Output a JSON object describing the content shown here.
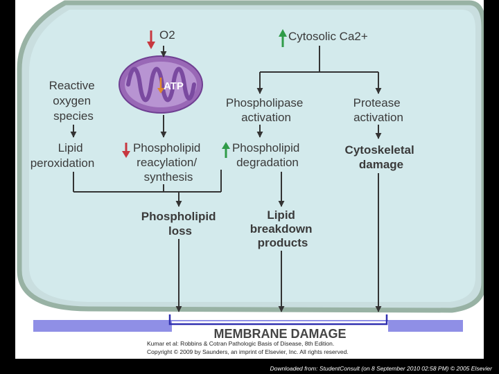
{
  "nodes": {
    "o2": "O2",
    "cytosolic": "Cytosolic Ca2+",
    "atp": "ATP",
    "ros": [
      "Reactive",
      "oxygen",
      "species"
    ],
    "pla": [
      "Phospholipase",
      "activation"
    ],
    "protease": [
      "Protease",
      "activation"
    ],
    "lipid_perox": [
      "Lipid",
      "peroxidation"
    ],
    "reacyl": [
      "Phospholipid",
      "reacylation/",
      "synthesis"
    ],
    "degrad": [
      "Phospholipid",
      "degradation"
    ],
    "cytoskel": [
      "Cytoskeletal",
      "damage"
    ],
    "loss": [
      "Phospholipid",
      "loss"
    ],
    "breakdown": [
      "Lipid",
      "breakdown",
      "products"
    ],
    "membrane": "MEMBRANE DAMAGE"
  },
  "credit": {
    "line1": "Kumar et al: Robbins & Cotran Pathologic Basis of Disease, 8th Edition.",
    "line2": "Copyright © 2009 by Saunders, an imprint of Elsevier, Inc. All rights reserved."
  },
  "footer": "Downloaded from: StudentConsult (on 8 September 2010 02:58 PM) © 2005 Elsevier",
  "colors": {
    "cell_fill": "#cfe7ea",
    "cell_outline": "#98b2a4",
    "membrane_bar": "#8f8fe6",
    "down_arrow": "#c7373f",
    "up_arrow": "#2f9b48",
    "mito": "#9968b6",
    "atp_arrow": "#e08a2a"
  }
}
